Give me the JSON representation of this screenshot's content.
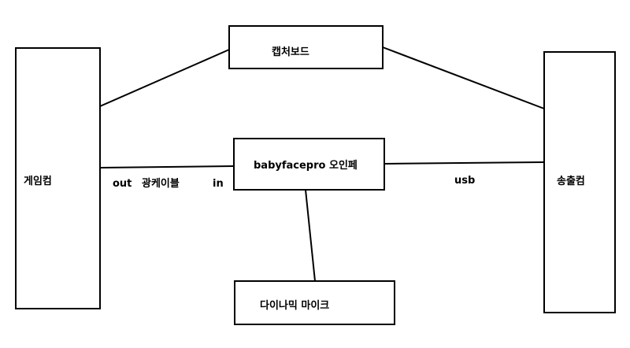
{
  "nodes": {
    "game_pc": "게임컴",
    "capture_board": "캡처보드",
    "stream_pc": "송출컴",
    "interface": "babyfacepro 오인페",
    "mic": "다이나믹 마이크"
  },
  "edge_labels": {
    "out": "out",
    "optical_cable": "광케이블",
    "in": "in",
    "usb": "usb"
  },
  "colors": {
    "stroke": "#000000",
    "background": "#ffffff"
  }
}
